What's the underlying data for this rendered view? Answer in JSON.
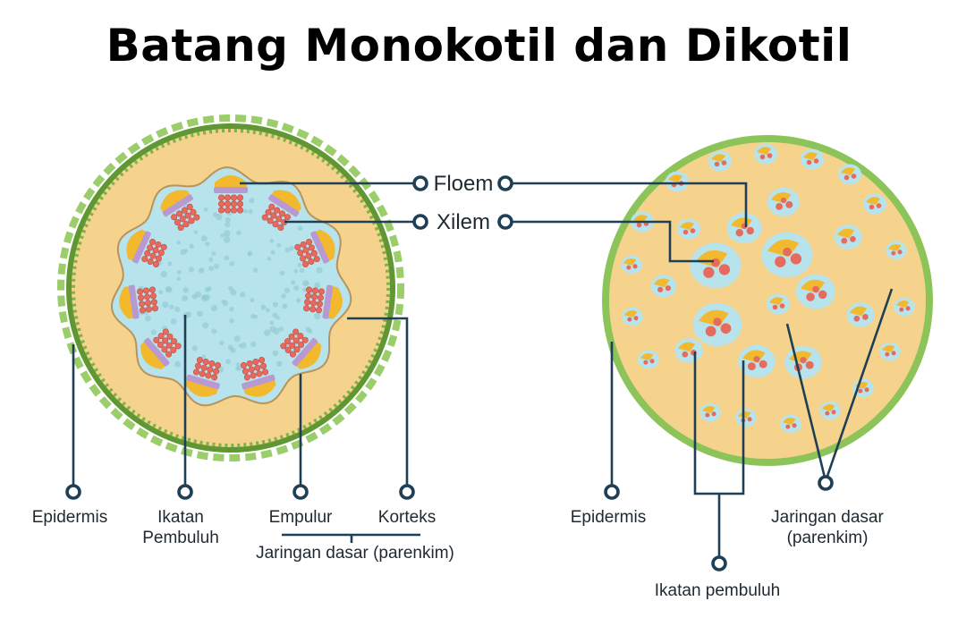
{
  "title": "Batang Monokotil dan Dikotil",
  "labels": {
    "floem": "Floem",
    "xilem": "Xilem",
    "left_epidermis": "Epidermis",
    "left_ikatan_line1": "Ikatan",
    "left_ikatan_line2": "Pembuluh",
    "empulur": "Empulur",
    "korteks": "Korteks",
    "left_jaringan": "Jaringan dasar (parenkim)",
    "right_epidermis": "Epidermis",
    "right_jaringan_line1": "Jaringan dasar",
    "right_jaringan_line2": "(parenkim)",
    "right_ikatan": "Ikatan pembuluh"
  },
  "colors": {
    "cortex": "#f6d38d",
    "pith": "#b7e3ec",
    "epidermis_dark": "#5f9732",
    "epidermis_light": "#9bce6a",
    "xylem": "#e76a5e",
    "phloem": "#f2b92e",
    "cambium": "#b89ad2",
    "lines": "#1f3f57"
  }
}
